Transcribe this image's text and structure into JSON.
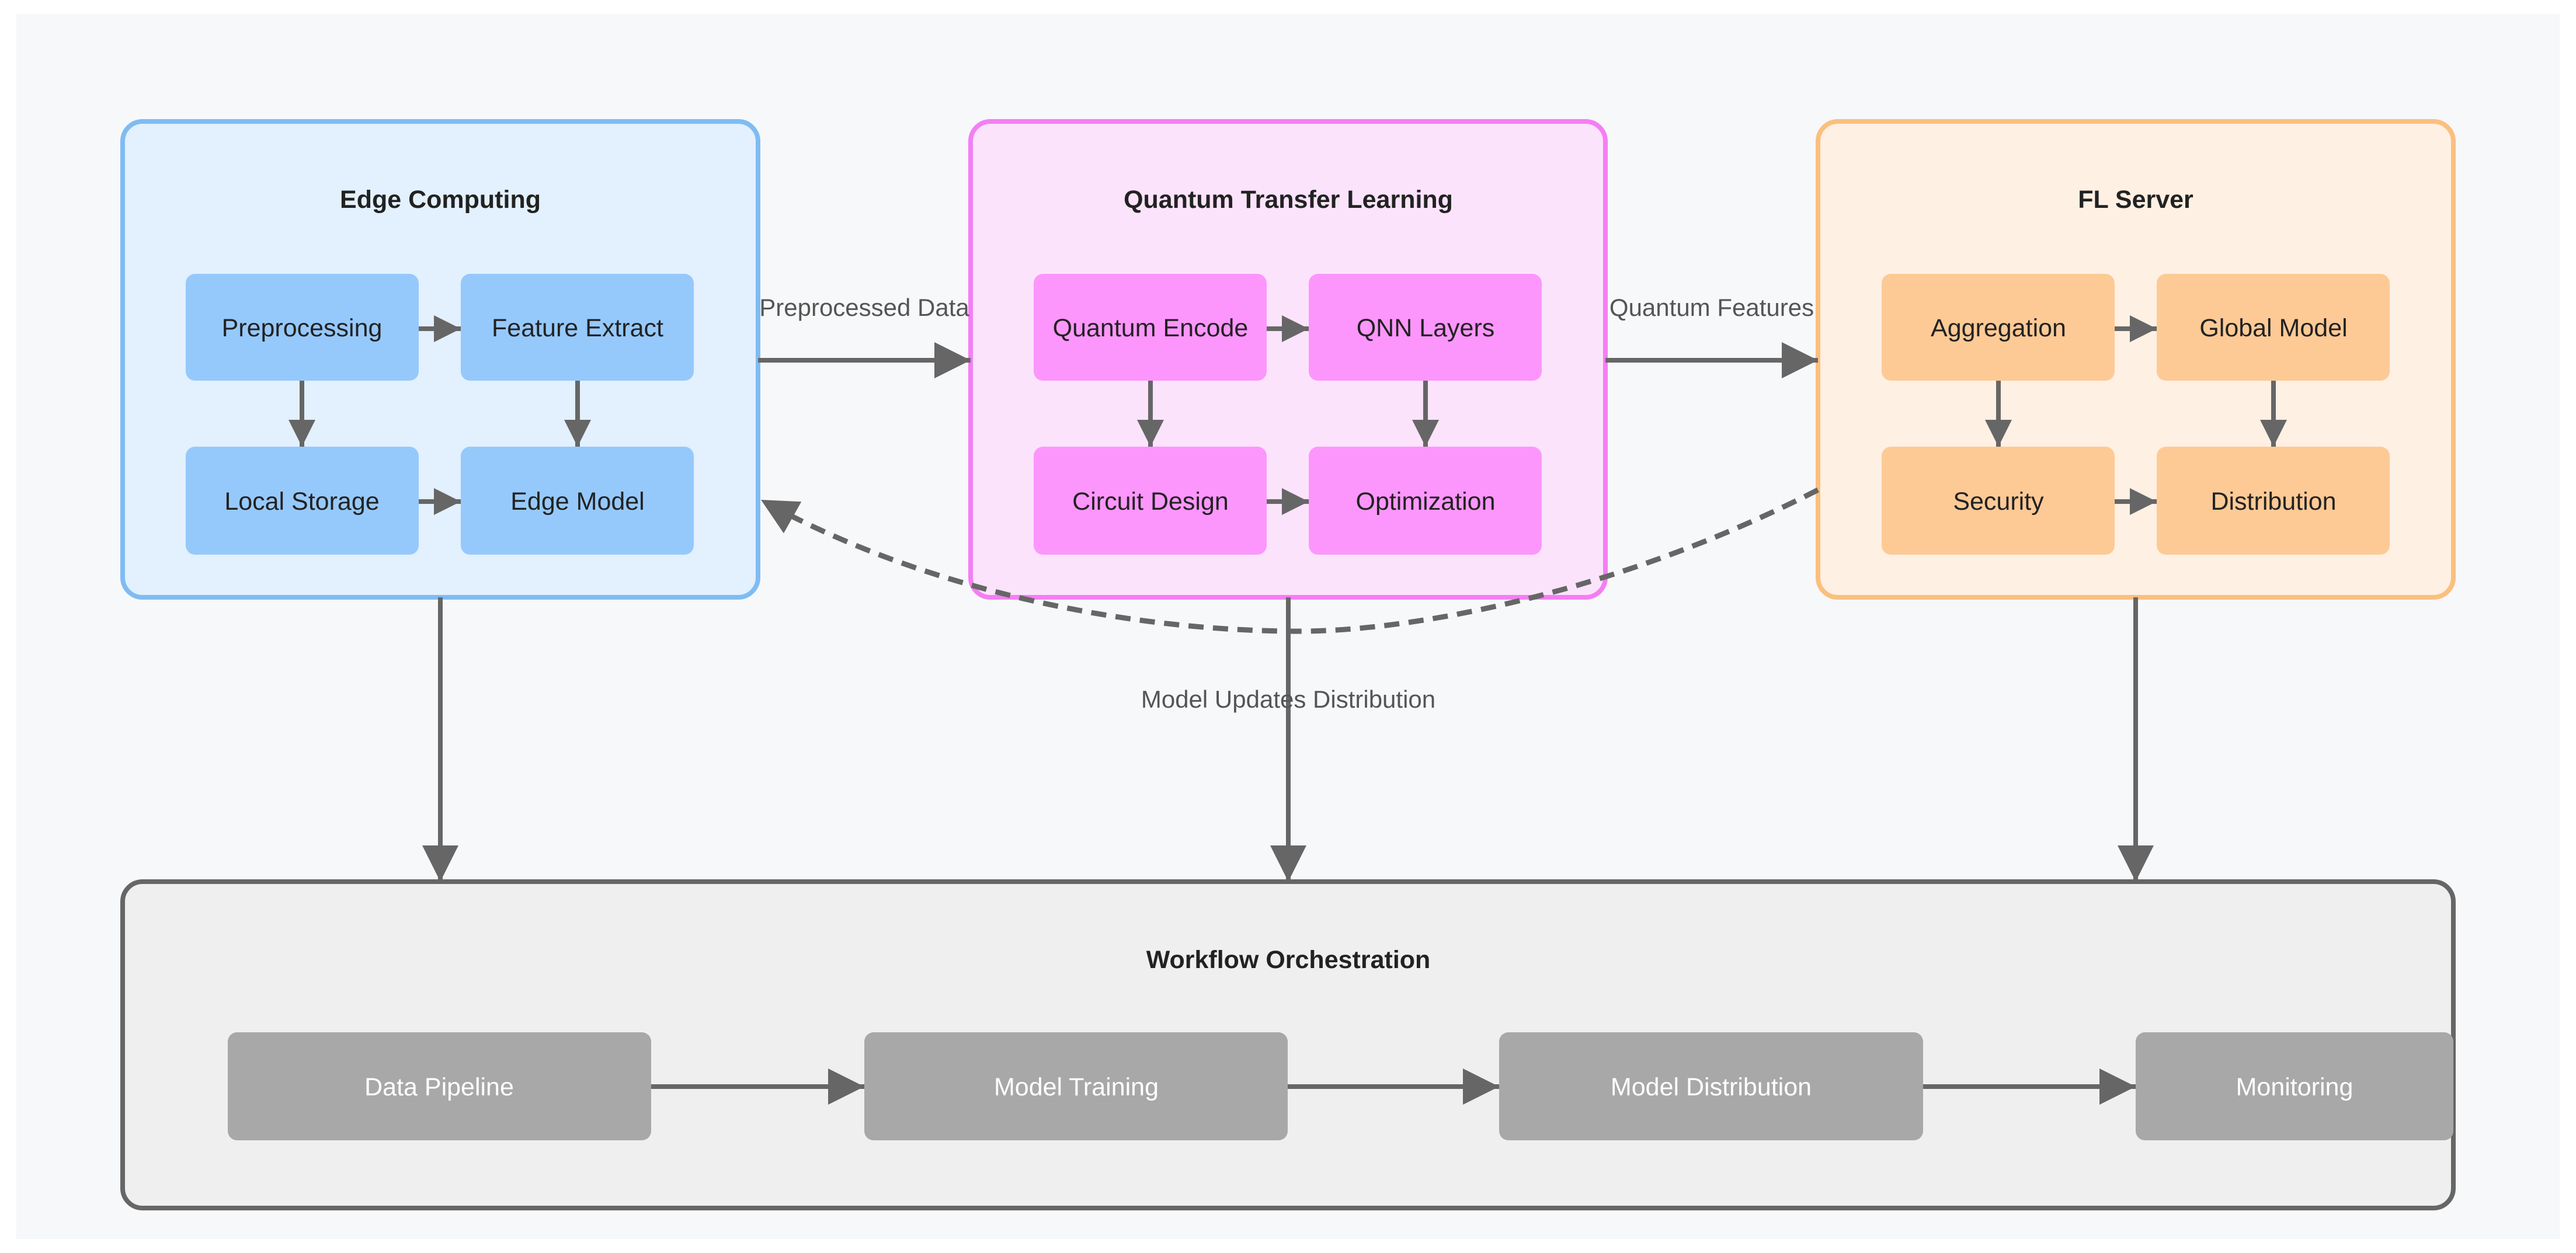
{
  "colors": {
    "background": "#f7f8fa",
    "edge": "#666666",
    "edge_cluster_fill": "#e3f0fd",
    "edge_cluster_border": "#7fbcf2",
    "edge_node_fill": "#96c9fb",
    "quantum_cluster_fill": "#fce3fc",
    "quantum_cluster_border": "#f47ef4",
    "quantum_node_fill": "#fc96fc",
    "server_cluster_fill": "#fef0e3",
    "server_cluster_border": "#fbbf7e",
    "server_node_fill": "#fdca96",
    "workflow_cluster_fill": "#efefef",
    "workflow_cluster_border": "#666666",
    "workflow_node_fill": "#a8a8a8"
  },
  "clusters": {
    "edge": {
      "title": "Edge Computing",
      "nodes": {
        "preprocessing": "Preprocessing",
        "feature_extract": "Feature Extract",
        "local_storage": "Local Storage",
        "edge_model": "Edge Model"
      }
    },
    "quantum": {
      "title": "Quantum Transfer Learning",
      "nodes": {
        "quantum_encode": "Quantum Encode",
        "qnn_layers": "QNN Layers",
        "circuit_design": "Circuit Design",
        "optimization": "Optimization"
      }
    },
    "server": {
      "title": "FL Server",
      "nodes": {
        "aggregation": "Aggregation",
        "global_model": "Global Model",
        "security": "Security",
        "distribution": "Distribution"
      }
    },
    "workflow": {
      "title": "Workflow Orchestration",
      "nodes": {
        "data_pipeline": "Data Pipeline",
        "model_training": "Model Training",
        "model_distribution": "Model Distribution",
        "monitoring": "Monitoring"
      }
    }
  },
  "edges": {
    "preprocessed_data": "Preprocessed Data",
    "quantum_features": "Quantum Features",
    "model_updates_distribution": "Model Updates Distribution"
  }
}
